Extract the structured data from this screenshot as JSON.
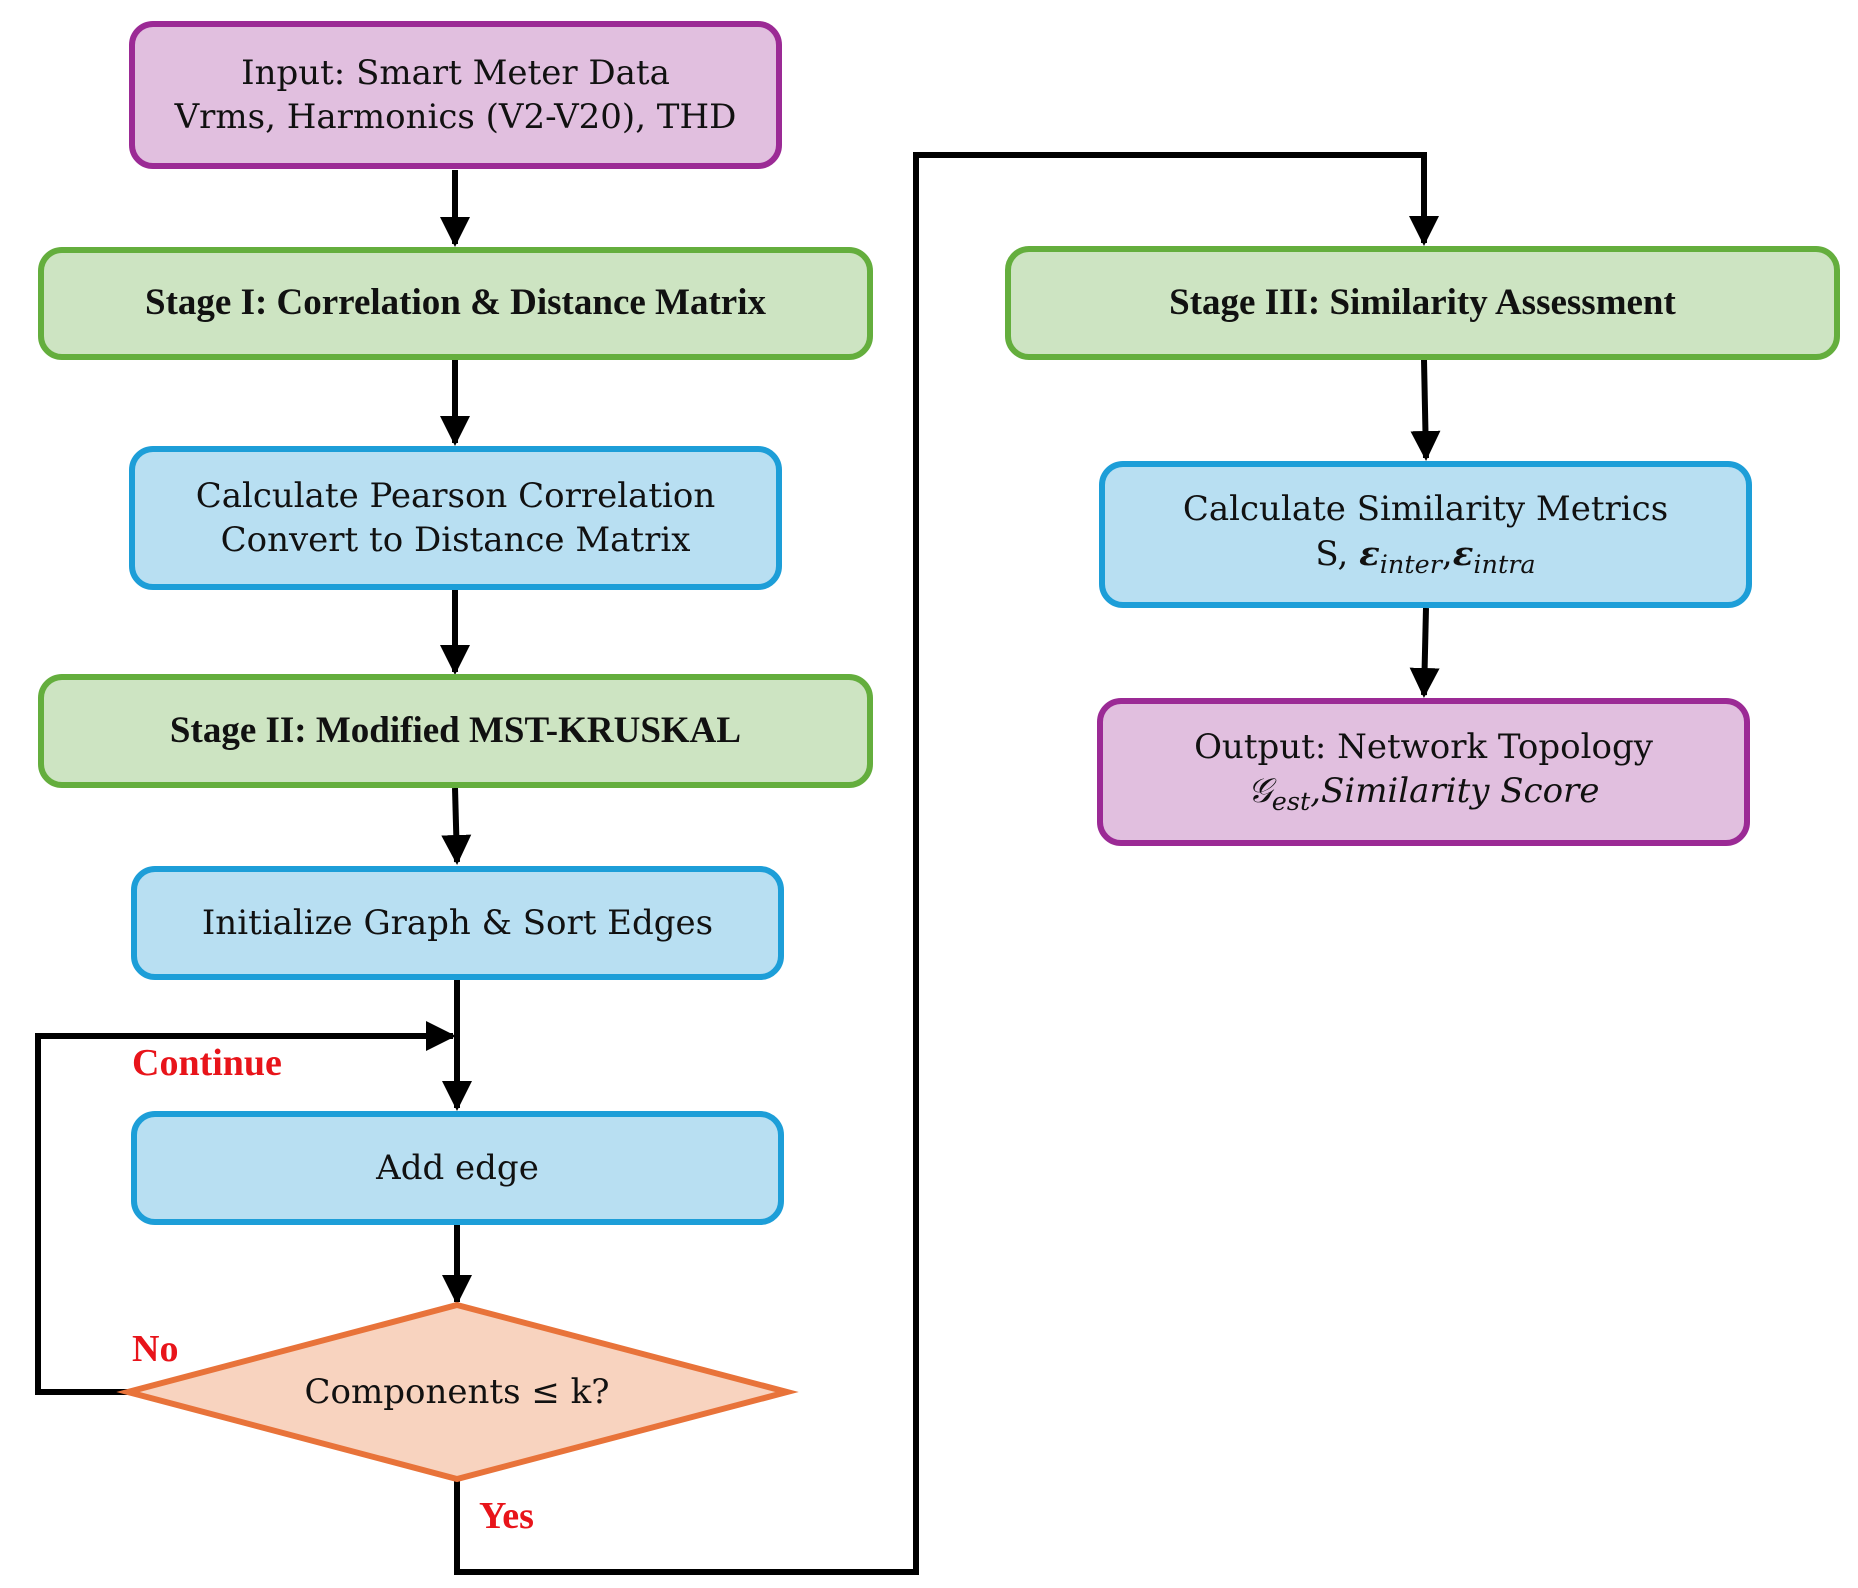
{
  "nodes": {
    "input": {
      "line1": "Input: Smart Meter Data",
      "line2": "Vrms, Harmonics (V2-V20), THD"
    },
    "stage1": {
      "title": "Stage I: Correlation & Distance Matrix"
    },
    "correlation": {
      "line1": "Calculate Pearson Correlation",
      "line2": "Convert to Distance Matrix"
    },
    "stage2": {
      "title": "Stage II: Modified MST-KRUSKAL"
    },
    "init_graph": {
      "label": "Initialize Graph & Sort Edges"
    },
    "add_edge": {
      "label": "Add edge"
    },
    "decision": {
      "label": "Components ≤ k?"
    },
    "stage3": {
      "title": "Stage III: Similarity Assessment"
    },
    "similarity": {
      "line1": "Calculate Similarity Metrics",
      "metric_s": "S,",
      "eps1": "ε",
      "eps1_sub": "inter",
      "comma": ",",
      "eps2": "ε",
      "eps2_sub": "intra"
    },
    "output": {
      "line1": "Output: Network Topology",
      "g_symbol": "𝒢",
      "g_sub": "est",
      "score_text": ",Similarity Score"
    }
  },
  "edge_labels": {
    "continue": "Continue",
    "no": "No",
    "yes": "Yes"
  },
  "colors": {
    "io_fill": "#e1bfdf",
    "io_border": "#9b2a95",
    "stage_fill": "#cde4c2",
    "stage_border": "#64ae3d",
    "process_fill": "#b8dff2",
    "process_border": "#1d9ed8",
    "decision_fill": "#f8d3bf",
    "decision_border": "#e8733a",
    "edge_label": "#e8141a",
    "connector": "#000000"
  }
}
